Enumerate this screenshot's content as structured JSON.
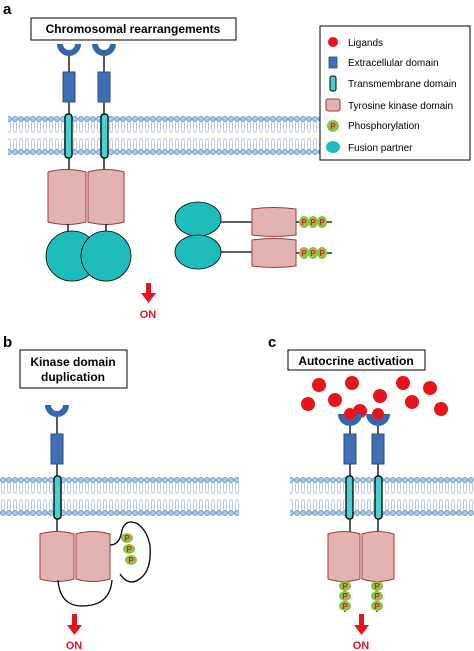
{
  "panels": {
    "a": {
      "letter": "a",
      "title": "Chromosomal rearrangements",
      "on_label": "ON"
    },
    "b": {
      "letter": "b",
      "title_line1": "Kinase domain",
      "title_line2": "duplication",
      "on_label": "ON"
    },
    "c": {
      "letter": "c",
      "title": "Autocrine activation",
      "on_label": "ON"
    }
  },
  "legend": {
    "items": [
      {
        "key": "ligand",
        "label": "Ligands"
      },
      {
        "key": "extracellular",
        "label": "Extracellular domain"
      },
      {
        "key": "transmembrane",
        "label": "Transmembrane domain"
      },
      {
        "key": "kinase",
        "label": "Tyrosine kinase domain"
      },
      {
        "key": "phospho",
        "label": "Phosphorylation",
        "tag": "P"
      },
      {
        "key": "fusion",
        "label": "Fusion partner"
      }
    ]
  },
  "phospho_tag": "P",
  "colors": {
    "receptor_blue": "#3f6fb5",
    "cup_blue": "#3566ad",
    "transmembrane": "#47d2cf",
    "kinase_fill": "#e3b3b1",
    "kinase_stroke": "#9a3b3b",
    "fusion": "#1fbcbc",
    "ligand": "#e8141b",
    "phospho_green": "#8bc34a",
    "membrane_head": "#a9c8ec",
    "arrow_red": "#e8141b"
  }
}
